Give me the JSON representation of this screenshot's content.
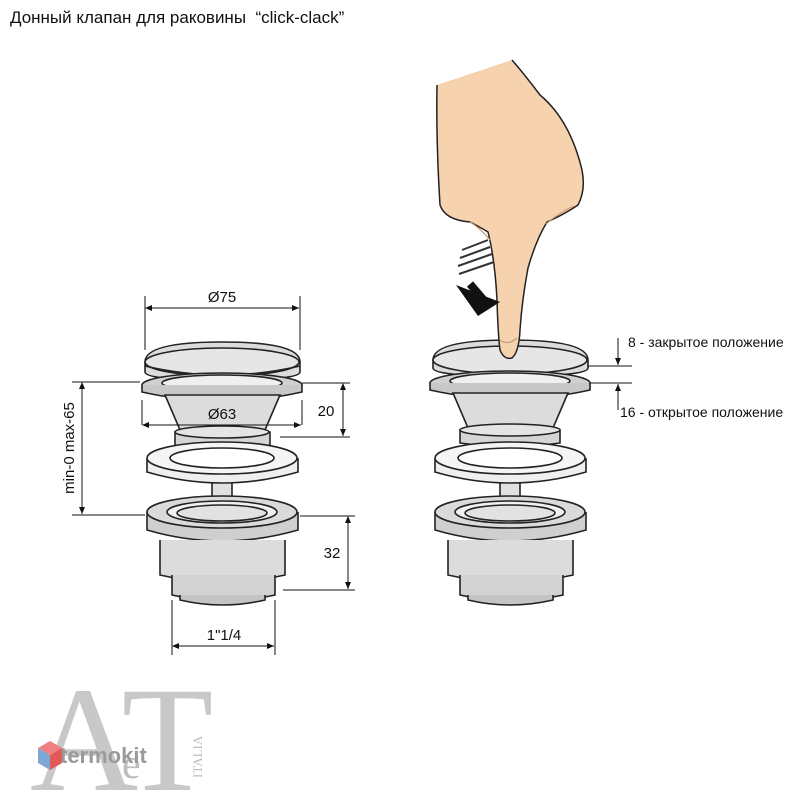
{
  "title": "Донный клапан для раковины  “click-clack”",
  "dimensions": {
    "cap_diameter": "Ø75",
    "body_diameter": "Ø63",
    "install_height": "min-0 max-65",
    "flange_height": "20",
    "nut_height": "32",
    "thread_size": "1\"1/4"
  },
  "notes": {
    "closed_position": "8 - закрытое положение",
    "open_position": "16 - открытое положение"
  },
  "watermark": {
    "letters": "AT",
    "small_letter": "e",
    "brand": "termokit",
    "country": "ITALIA"
  },
  "colors": {
    "line": "#222222",
    "metal_fill": "#dcdcdc",
    "metal_light": "#efefef",
    "skin": "#f7d2ae",
    "skin_shade": "#e9b98f"
  }
}
